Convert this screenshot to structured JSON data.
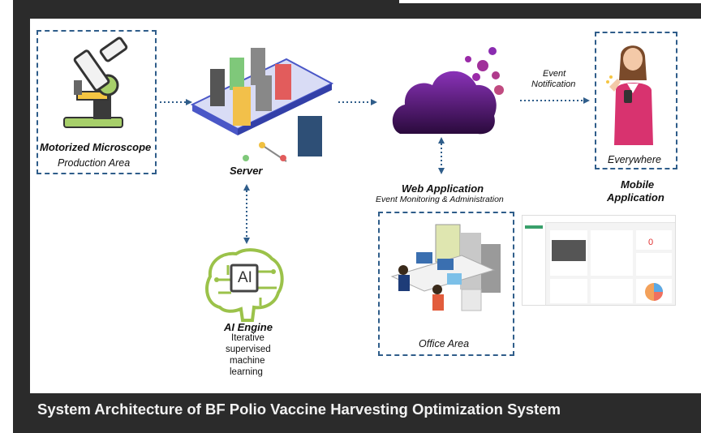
{
  "caption": "System Architecture of BF Polio Vaccine Harvesting Optimization System",
  "nodes": {
    "microscope": {
      "title": "Motorized Microscope",
      "subtitle": "Production Area"
    },
    "server": {
      "title": "Server"
    },
    "ai_engine": {
      "title": "AI Engine",
      "desc_lines": [
        "Iterative",
        "supervised",
        "machine",
        "learning"
      ],
      "icon_text": "AI"
    },
    "web_app": {
      "title": "Web Application",
      "subtitle": "Event Monitoring & Administration"
    },
    "office": {
      "subtitle": "Office Area"
    },
    "mobile": {
      "subtitle": "Everywhere",
      "title_lines": [
        "Mobile",
        "Application"
      ]
    }
  },
  "edges": {
    "notification_lines": [
      "Event",
      "Notification"
    ]
  },
  "dashboard_preview": {
    "big_number": "0"
  },
  "colors": {
    "frame": "#2b2b2b",
    "dash": "#2f5d8a",
    "cloud_top": "#6d2aa0",
    "cloud_bottom": "#2a0a3c",
    "brain": "#9bc24a"
  }
}
